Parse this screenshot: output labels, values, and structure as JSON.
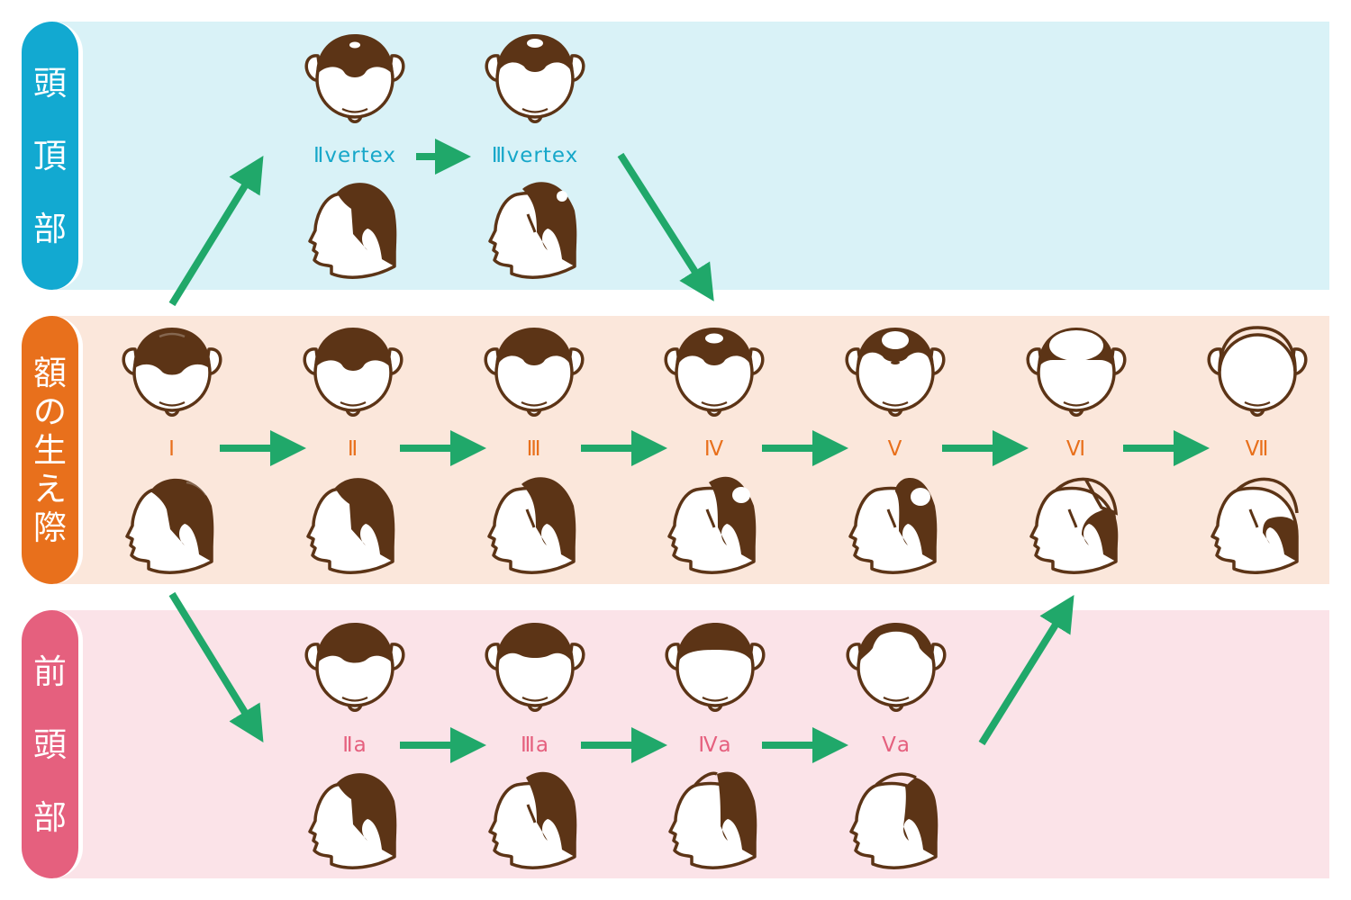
{
  "colors": {
    "hair": "#5c3416",
    "skin": "#ffffff",
    "arrow": "#20a86a",
    "vertex_band": "#d9f2f7",
    "vertex_tab": "#12a9d1",
    "vertex_label": "#16a7c9",
    "hairline_band": "#fbe7db",
    "hairline_tab": "#e8701c",
    "hairline_label": "#e8701c",
    "front_band": "#fbe3e8",
    "front_tab": "#e5607e",
    "front_label": "#e5607e"
  },
  "rows": {
    "vertex": {
      "tab": [
        "頭",
        "頂",
        "部"
      ],
      "stages": [
        {
          "label": "Ⅱvertex"
        },
        {
          "label": "Ⅲvertex"
        }
      ]
    },
    "hairline": {
      "tab": [
        "額",
        "の",
        "生",
        "え",
        "際"
      ],
      "stages": [
        {
          "label": "Ⅰ"
        },
        {
          "label": "Ⅱ"
        },
        {
          "label": "Ⅲ"
        },
        {
          "label": "Ⅳ"
        },
        {
          "label": "Ⅴ"
        },
        {
          "label": "Ⅵ"
        },
        {
          "label": "Ⅶ"
        }
      ]
    },
    "frontal": {
      "tab": [
        "前",
        "頭",
        "部"
      ],
      "stages": [
        {
          "label": "Ⅱa"
        },
        {
          "label": "Ⅲa"
        },
        {
          "label": "Ⅳa"
        },
        {
          "label": "Ⅴa"
        }
      ]
    }
  }
}
